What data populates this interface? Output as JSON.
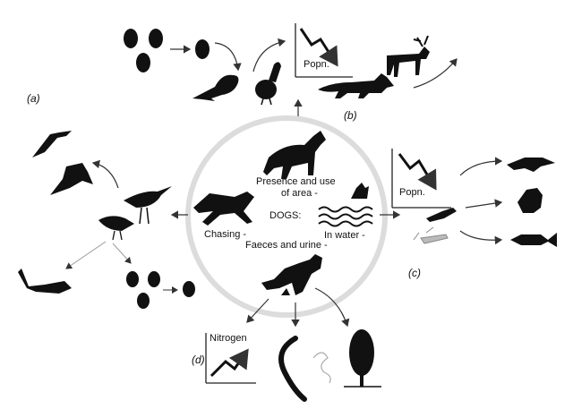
{
  "panels": {
    "a": "(a)",
    "b": "(b)",
    "c": "(c)",
    "d": "(d)"
  },
  "center": {
    "title": "DOGS:",
    "presence": "Presence and use",
    "presence_line2": "of area -",
    "chasing": "Chasing -",
    "water": "In water -",
    "faeces": "Faeces and urine -"
  },
  "graphs": {
    "population_b": "Popn.",
    "population_c": "Popn.",
    "nitrogen": "Nitrogen"
  },
  "colors": {
    "ring": "#dcdcdc",
    "silhouette": "#111111",
    "arrow": "#333333"
  }
}
